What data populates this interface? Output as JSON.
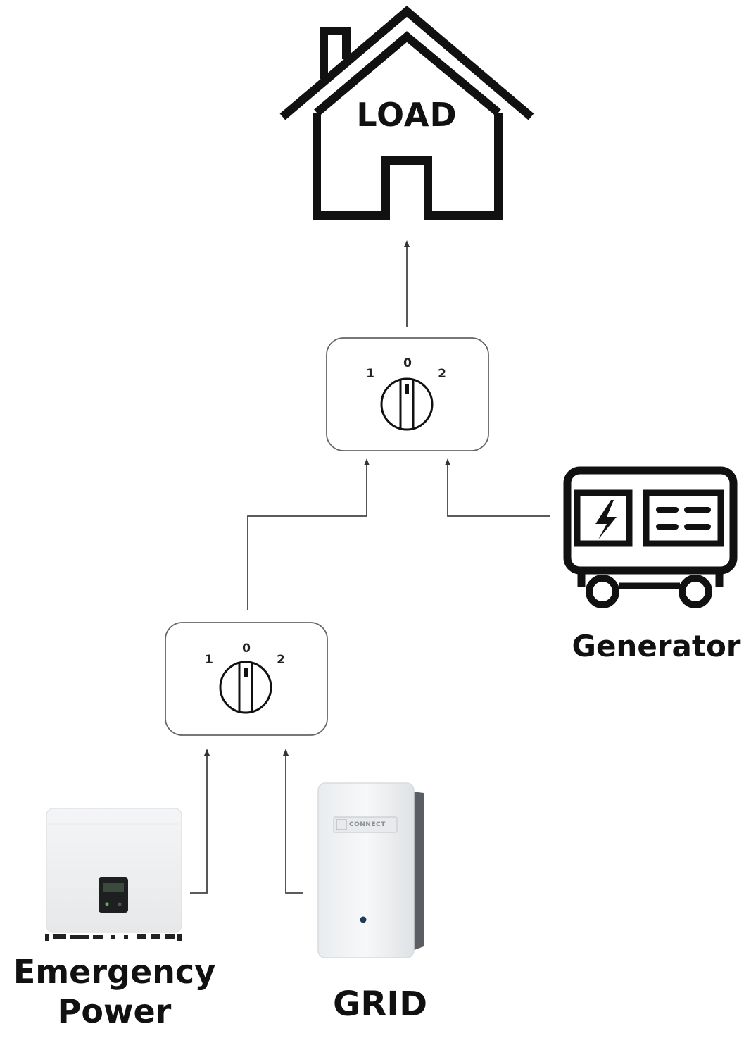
{
  "load": {
    "label": "LOAD"
  },
  "generator": {
    "label": "Generator"
  },
  "emergency": {
    "line1": "Emergency",
    "line2": "Power"
  },
  "grid": {
    "label": "GRID",
    "brand_text": "CONNECT"
  },
  "switch_top": {
    "pos_1": "1",
    "pos_0": "0",
    "pos_2": "2"
  },
  "switch_bottom": {
    "pos_1": "1",
    "pos_0": "0",
    "pos_2": "2"
  },
  "colors": {
    "stroke": "#111111",
    "line": "#444444",
    "box": "#555555"
  }
}
